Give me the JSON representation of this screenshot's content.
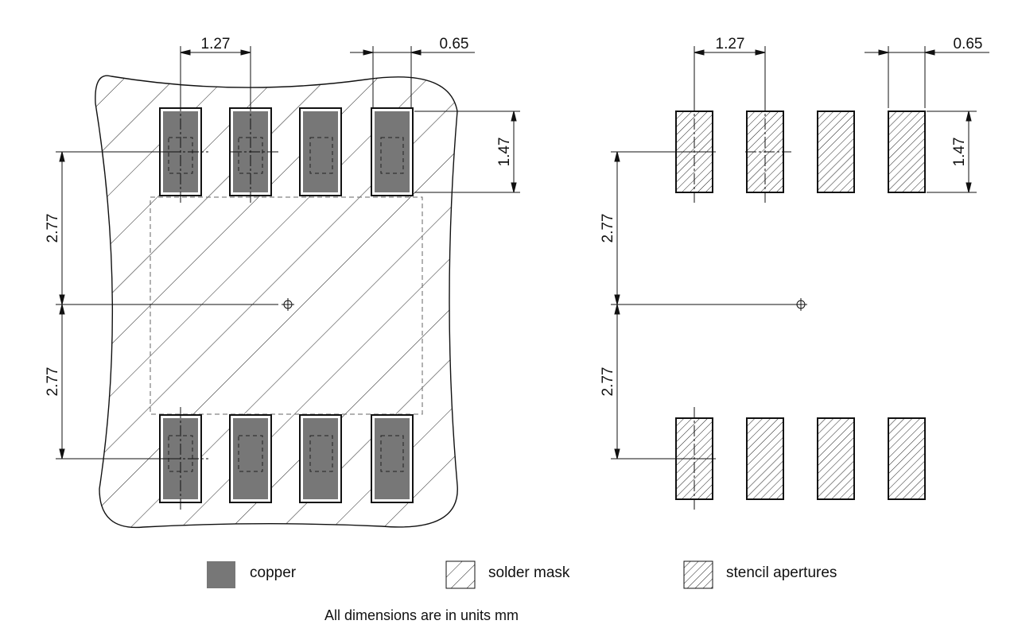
{
  "dimensions": {
    "left": {
      "pitch": "1.27",
      "pad_width": "0.65",
      "pad_length": "1.47",
      "upper_row_offset": "2.77",
      "lower_row_offset": "2.77"
    },
    "right": {
      "pitch": "1.27",
      "pad_width": "0.65",
      "pad_length": "1.47",
      "upper_row_offset": "2.77",
      "lower_row_offset": "2.77"
    }
  },
  "legend": {
    "copper": "copper",
    "solder_mask": "solder mask",
    "stencil": "stencil apertures"
  },
  "footer": "All dimensions are in units mm",
  "colors": {
    "copper": "#777777",
    "line": "#111111"
  }
}
